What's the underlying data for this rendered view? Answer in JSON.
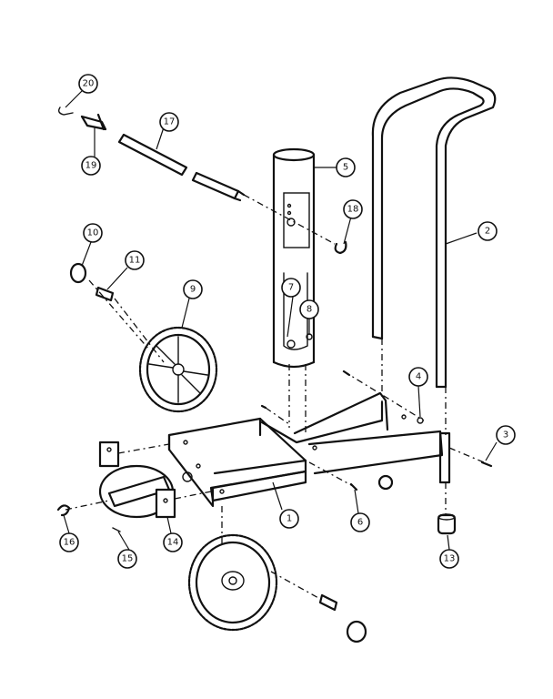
{
  "callouts": [
    {
      "id": "c20",
      "label": "20"
    },
    {
      "id": "c17",
      "label": "17"
    },
    {
      "id": "c19",
      "label": "19"
    },
    {
      "id": "c5",
      "label": "5"
    },
    {
      "id": "c18",
      "label": "18"
    },
    {
      "id": "c2",
      "label": "2"
    },
    {
      "id": "c10",
      "label": "10"
    },
    {
      "id": "c11",
      "label": "11"
    },
    {
      "id": "c9",
      "label": "9"
    },
    {
      "id": "c7",
      "label": "7"
    },
    {
      "id": "c8",
      "label": "8"
    },
    {
      "id": "c4",
      "label": "4"
    },
    {
      "id": "c3",
      "label": "3"
    },
    {
      "id": "c1",
      "label": "1"
    },
    {
      "id": "c6",
      "label": "6"
    },
    {
      "id": "c13",
      "label": "13"
    },
    {
      "id": "c14",
      "label": "14"
    },
    {
      "id": "c15",
      "label": "15"
    },
    {
      "id": "c16",
      "label": "16"
    }
  ]
}
